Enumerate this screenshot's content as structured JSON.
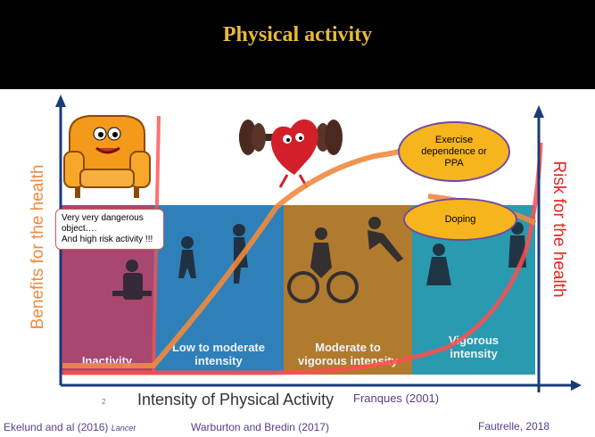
{
  "title": "Physical activity",
  "axes": {
    "x_label": "Intensity of Physical Activity",
    "y_left_label": "Benefits for the health",
    "y_right_label": "Risk for the health"
  },
  "panels": [
    {
      "label": "Inactivity",
      "color": "#a8476f"
    },
    {
      "label": "Low to moderate intensity",
      "color": "#2f80b8"
    },
    {
      "label": "Moderate to vigorous intensity",
      "color": "#b07a2f"
    },
    {
      "label": "Vigorous intensity",
      "color": "#2a9ab0"
    }
  ],
  "callout": {
    "line1": "Very very dangerous object….",
    "line2": "And high risk activity !!!"
  },
  "bubbles": {
    "exercise": "Exercise dependence or PPA",
    "doping": "Doping"
  },
  "page_number": "2",
  "citations": {
    "franques": "Franques (2001)",
    "ekelund": "Ekelund and al (2016)",
    "ekelund_journal": "Lancet",
    "warburton": "Warburton and  Bredin (2017)",
    "fautrelle": "Fautrelle, 2018"
  },
  "colors": {
    "benefit_curve": "#f08a3e",
    "risk_curve": "#ff4d4d",
    "axis": "#1a3a78",
    "title": "#e8b93a"
  },
  "icons": [
    "armchair-icon",
    "heart-dumbbell-icon"
  ]
}
